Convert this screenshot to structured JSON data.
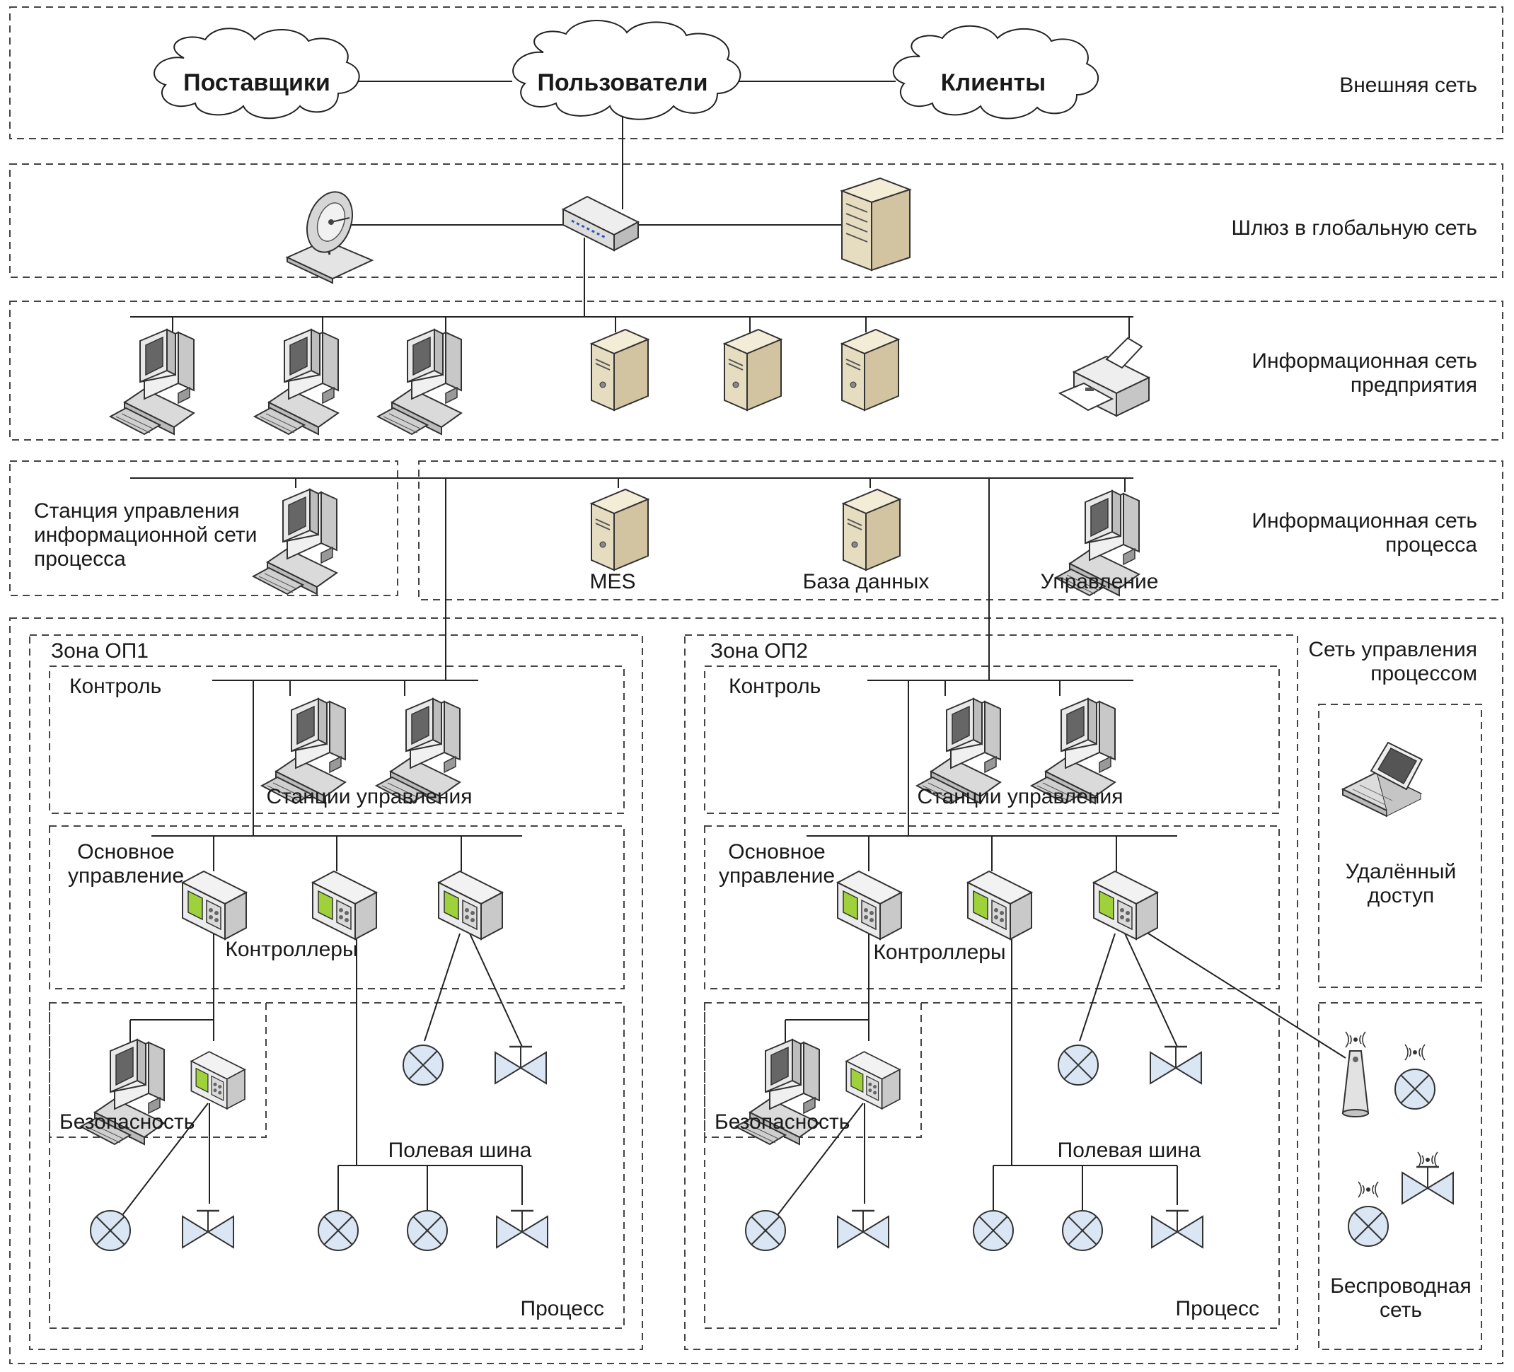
{
  "layers": {
    "external": "Внешняя сеть",
    "gateway": "Шлюз в глобальную сеть",
    "enterprise": [
      "Информационная сеть",
      "предприятия"
    ],
    "process_info": [
      "Информационная сеть",
      "процесса"
    ],
    "process_control": [
      "Сеть управления",
      "процессом"
    ]
  },
  "clouds": {
    "suppliers": "Поставщики",
    "users": "Пользователи",
    "clients": "Клиенты"
  },
  "process_station": [
    "Станция управления",
    "информационной сети",
    "процесса"
  ],
  "process_nodes": {
    "mes": "MES",
    "database": "База данных",
    "management": "Управление"
  },
  "zones": [
    {
      "title": "Зона ОП1",
      "control": "Контроль",
      "stations": "Станции управления",
      "basic_control": [
        "Основное",
        "управление"
      ],
      "controllers": "Контроллеры",
      "safety": "Безопасность",
      "fieldbus": "Полевая шина",
      "process": "Процесс"
    },
    {
      "title": "Зона ОП2",
      "control": "Контроль",
      "stations": "Станции управления",
      "basic_control": [
        "Основное",
        "управление"
      ],
      "controllers": "Контроллеры",
      "safety": "Безопасность",
      "fieldbus": "Полевая шина",
      "process": "Процесс"
    }
  ],
  "remote_access": [
    "Удалённый",
    "доступ"
  ],
  "wireless": [
    "Беспроводная",
    "сеть"
  ],
  "colors": {
    "server_beige": "#e6dcc0",
    "screen_green": "#9ed13a",
    "valve_blue": "#dbe6f4",
    "line": "#222222"
  }
}
